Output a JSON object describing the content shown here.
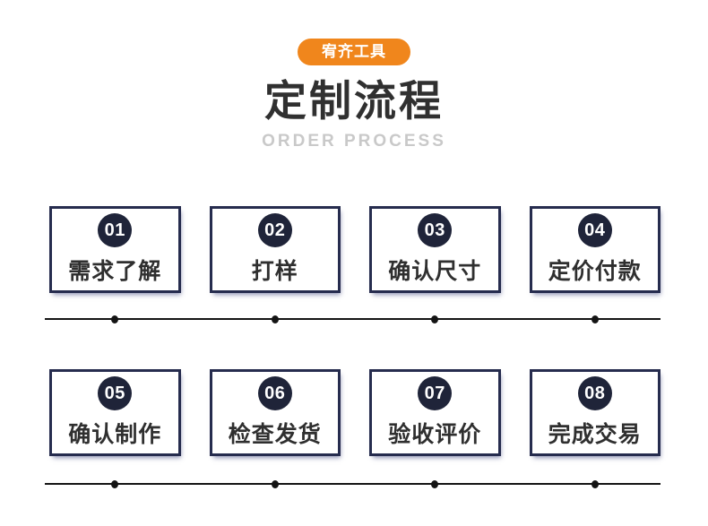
{
  "header": {
    "badge": "宥齐工具",
    "title": "定制流程",
    "subtitle": "ORDER PROCESS"
  },
  "step_rows": [
    [
      {
        "number": "01",
        "label": "需求了解"
      },
      {
        "number": "02",
        "label": "打样"
      },
      {
        "number": "03",
        "label": "确认尺寸"
      },
      {
        "number": "04",
        "label": "定价付款"
      }
    ],
    [
      {
        "number": "05",
        "label": "确认制作"
      },
      {
        "number": "06",
        "label": "检查发货"
      },
      {
        "number": "07",
        "label": "验收评价"
      },
      {
        "number": "08",
        "label": "完成交易"
      }
    ]
  ],
  "colors": {
    "accent_orange": "#F0861C",
    "card_border_navy": "#262C4E",
    "step_circle_navy": "#1F2439",
    "title_dark": "#303030",
    "subtitle_gray": "#C9C9C9",
    "timeline_black": "#141414",
    "background": "#FFFFFF"
  }
}
